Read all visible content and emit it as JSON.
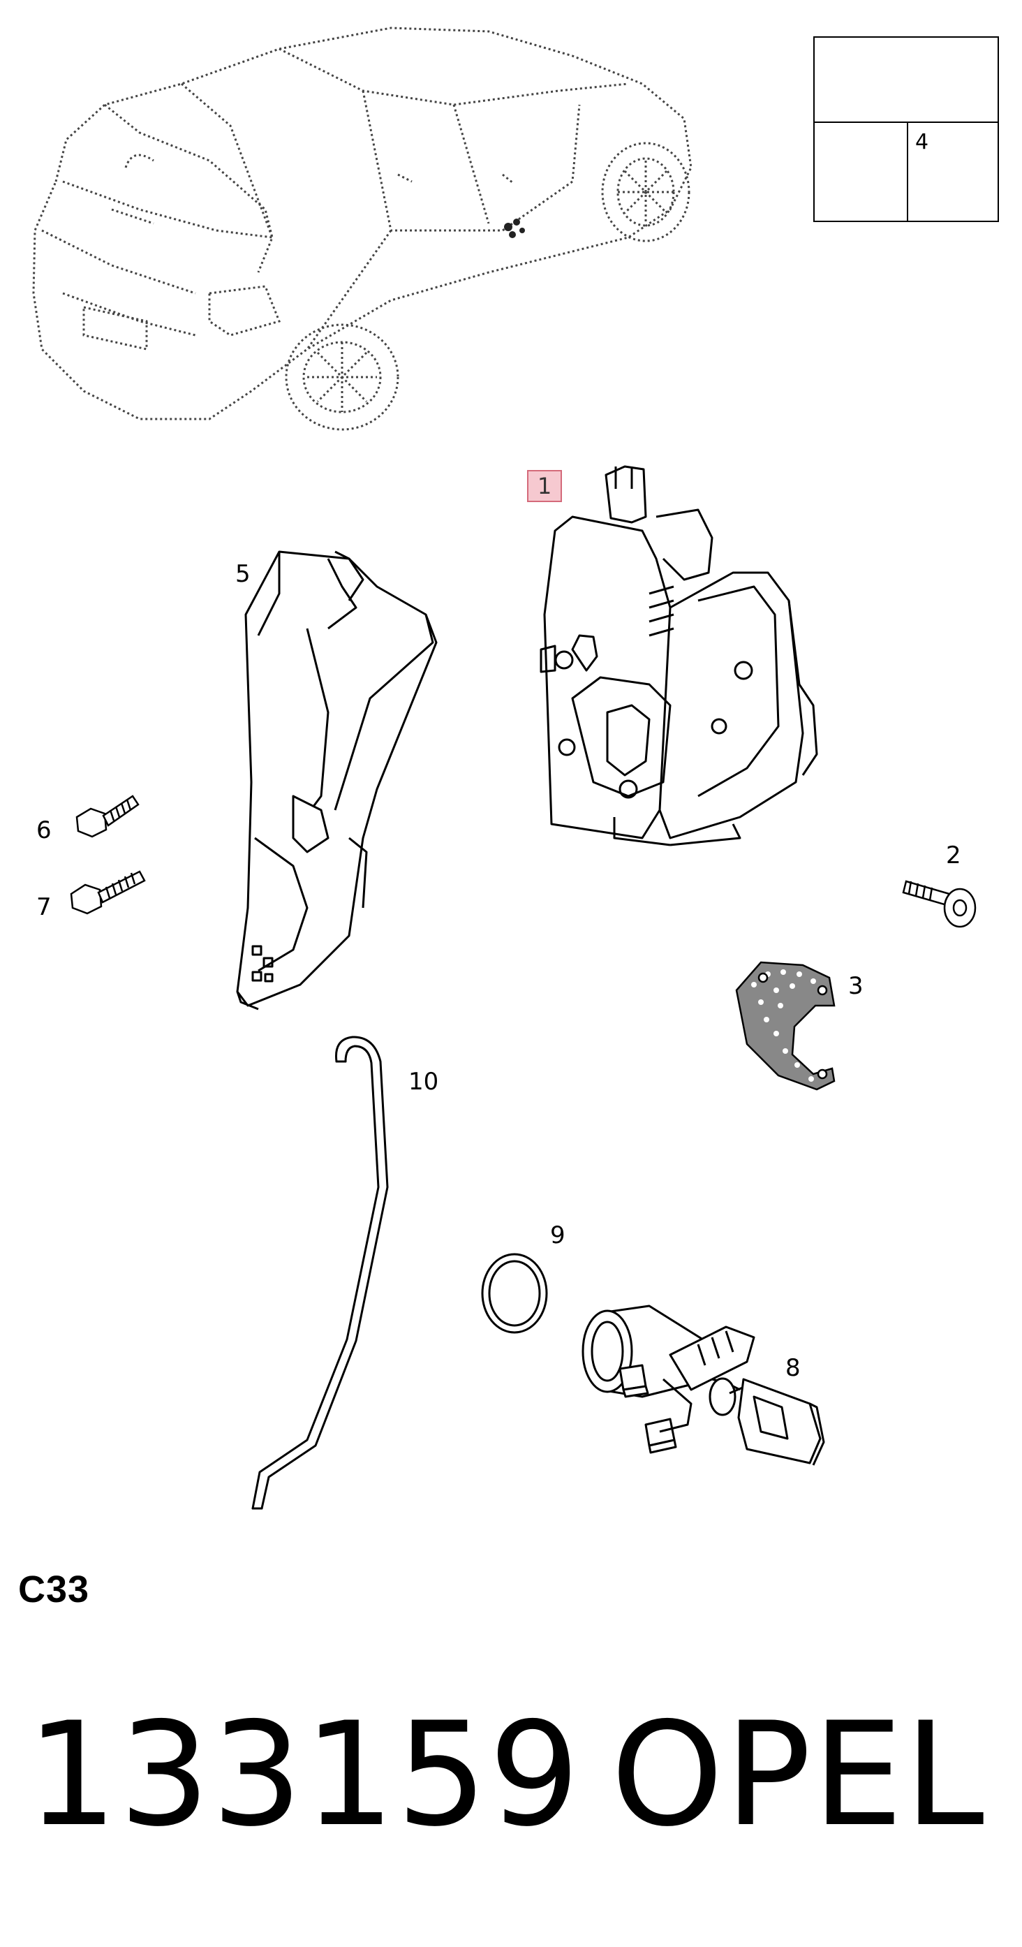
{
  "legend": {
    "tool_cell_number": "4"
  },
  "callouts": {
    "part_1": "1",
    "part_2": "2",
    "part_3": "3",
    "part_5": "5",
    "part_6": "6",
    "part_7": "7",
    "part_8": "8",
    "part_9": "9",
    "part_10": "10"
  },
  "diagram_code": "C33",
  "footer": {
    "number": "133159",
    "brand": "OPEL"
  },
  "colors": {
    "highlight_fill": "#f6c9d0",
    "highlight_border": "#d46a7a",
    "line": "#000000"
  },
  "icons": {
    "manual": "open-book-wrench-icon",
    "lubricant": "grease-tube-icon",
    "oil_tray": "oil-tray-icon"
  }
}
